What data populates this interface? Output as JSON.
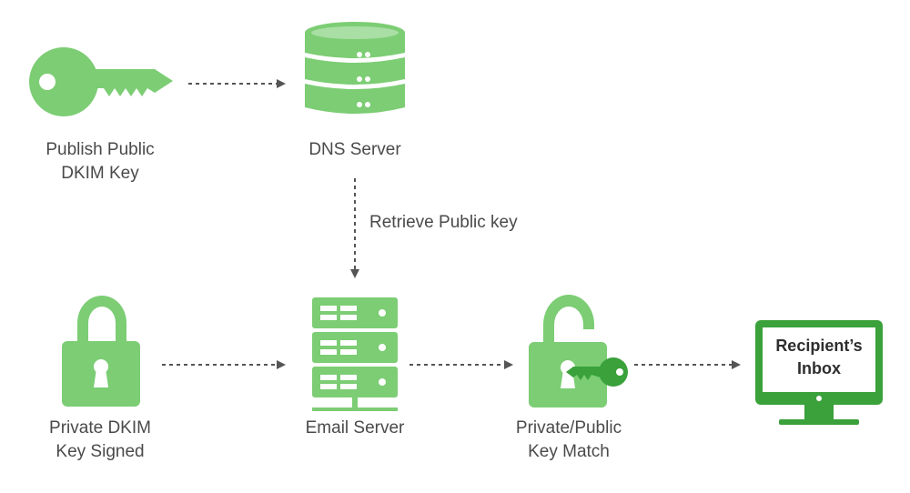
{
  "colors": {
    "green_light": "#7ccd74",
    "green_dark": "#3aa13b",
    "arrow": "#555555",
    "text": "#4a4a4a"
  },
  "nodes": {
    "publish_key": {
      "line1": "Publish Public",
      "line2": "DKIM Key",
      "icon": "key-icon"
    },
    "dns_server": {
      "line1": "DNS Server",
      "icon": "database-icon"
    },
    "private_signed": {
      "line1": "Private DKIM",
      "line2": "Key Signed",
      "icon": "padlock-closed-icon"
    },
    "email_server": {
      "line1": "Email Server",
      "icon": "server-rack-icon"
    },
    "key_match": {
      "line1": "Private/Public",
      "line2": "Key Match",
      "icon": "padlock-open-key-icon"
    },
    "inbox": {
      "line1": "Recipient’s",
      "line2": "Inbox",
      "icon": "monitor-icon"
    }
  },
  "edges": {
    "retrieve_label": "Retrieve Public key"
  }
}
